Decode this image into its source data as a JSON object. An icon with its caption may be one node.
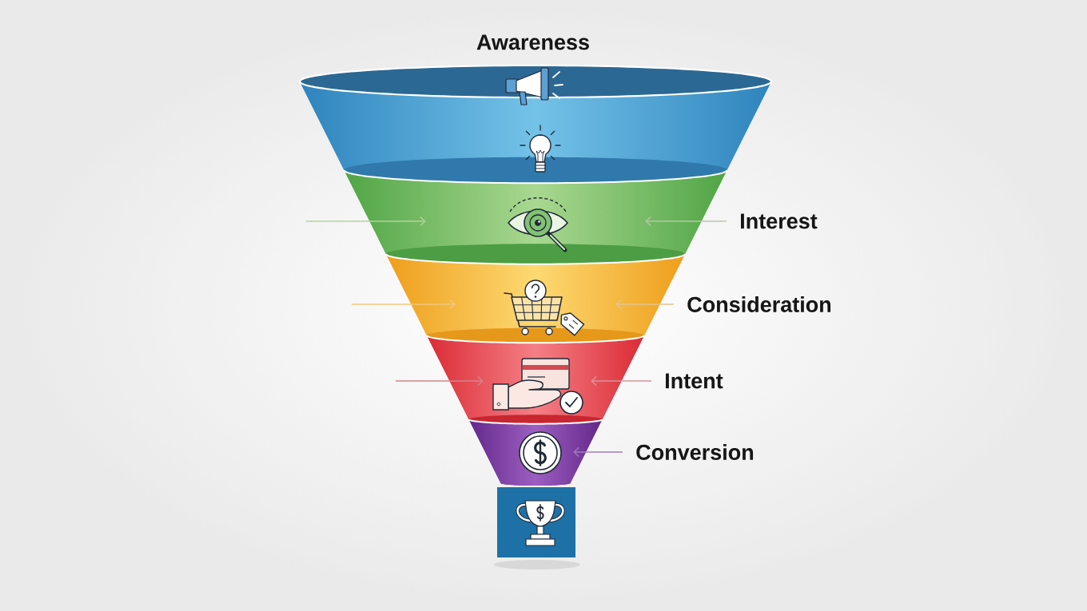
{
  "diagram": {
    "nodes": [
      {
        "text": [
          "Awareness"
        ]
      },
      {
        "text": [],
        "shape": "trapezoid"
      },
      {
        "text": [
          "Interest"
        ]
      },
      {
        "text": [],
        "shape": "trapezoid"
      },
      {
        "text": [
          "Consideration"
        ]
      },
      {
        "text": [],
        "shape": "trapezoid"
      },
      {
        "text": [
          "Intent"
        ]
      },
      {
        "text": [],
        "shape": "trapezoid"
      },
      {
        "text": [
          "Conversion"
        ]
      },
      {
        "text": [],
        "shape": "box"
      }
    ],
    "edges": [
      {
        "from": null,
        "to": 1,
        "arrow": "to",
        "color": "#b5d39c"
      },
      {
        "from": 2,
        "to": 1,
        "arrow": "to",
        "color": "#b9c6ad"
      },
      {
        "from": null,
        "to": 3,
        "arrow": "to",
        "color": "#f2c77d"
      },
      {
        "from": 4,
        "to": 3,
        "arrow": "to",
        "color": "#e3c58e"
      },
      {
        "from": null,
        "to": 5,
        "arrow": "to",
        "color": "#d58489"
      },
      {
        "from": 6,
        "to": 5,
        "arrow": "to",
        "color": "#d7959a"
      },
      {
        "from": 8,
        "to": 7,
        "arrow": "to",
        "color": "#a47bc2"
      }
    ]
  }
}
